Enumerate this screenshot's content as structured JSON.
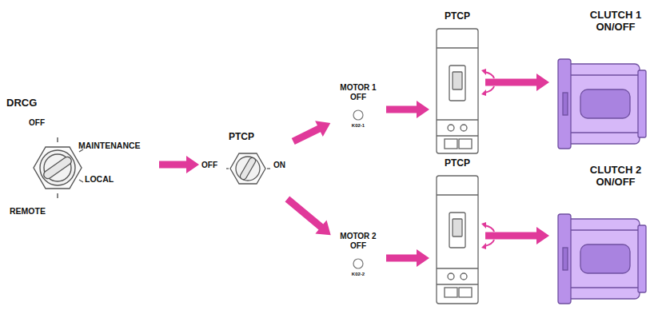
{
  "diagram": {
    "nodes": [
      {
        "text": [
          "DRCG",
          "OFF",
          "MAINTENANCE",
          "LOCAL",
          "REMOTE"
        ]
      },
      {
        "text": [
          "PTCP",
          "OFF",
          "ON"
        ]
      },
      {
        "text": [
          "MOTOR 1 OFF",
          "K02-1"
        ]
      },
      {
        "text": [
          "MOTOR 2 OFF",
          "K02-2"
        ]
      },
      {
        "text": [
          "PTCP"
        ]
      },
      {
        "text": [
          "PTCP"
        ]
      },
      {
        "text": [
          "CLUTCH 1 ON/OFF"
        ]
      },
      {
        "text": [
          "CLUTCH 2 ON/OFF"
        ]
      }
    ],
    "edges": [
      {
        "from": 0,
        "to": 1,
        "arrow": "to"
      },
      {
        "from": 1,
        "to": 2,
        "arrow": "to"
      },
      {
        "from": 1,
        "to": 3,
        "arrow": "to"
      },
      {
        "from": 2,
        "to": 4,
        "arrow": "to"
      },
      {
        "from": 3,
        "to": 5,
        "arrow": "to"
      },
      {
        "from": 4,
        "to": 6,
        "arrow": "to"
      },
      {
        "from": 5,
        "to": 7,
        "arrow": "to"
      }
    ]
  }
}
